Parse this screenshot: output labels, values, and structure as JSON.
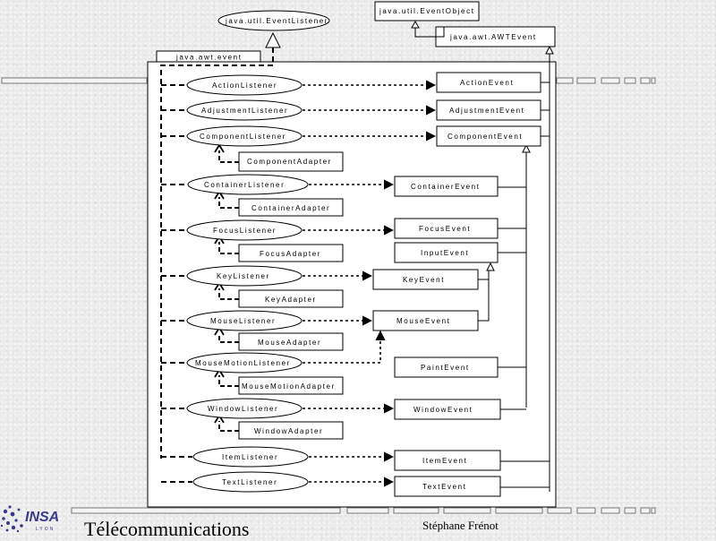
{
  "diagram": {
    "event_listener": "java.util.EventListener",
    "event_object": "java.util.EventObject",
    "awt_event": "java.awt.AWTEvent",
    "package": "java.awt.event",
    "listeners": {
      "action": "ActionListener",
      "adjustment": "AdjustmentListener",
      "component": "ComponentListener",
      "container": "ContainerListener",
      "focus": "FocusListener",
      "key": "KeyListener",
      "mouse": "MouseListener",
      "mouse_motion": "MouseMotionListener",
      "window": "WindowListener",
      "item": "ItemListener",
      "text": "TextListener"
    },
    "adapters": {
      "component": "ComponentAdapter",
      "container": "ContainerAdapter",
      "focus": "FocusAdapter",
      "key": "KeyAdapter",
      "mouse": "MouseAdapter",
      "mouse_motion": "MouseMotionAdapter",
      "window": "WindowAdapter"
    },
    "events": {
      "action": "ActionEvent",
      "adjustment": "AdjustmentEvent",
      "component": "ComponentEvent",
      "container": "ContainerEvent",
      "focus": "FocusEvent",
      "input": "InputEvent",
      "key": "KeyEvent",
      "mouse": "MouseEvent",
      "paint": "PaintEvent",
      "window": "WindowEvent",
      "item": "ItemEvent",
      "text": "TextEvent"
    }
  },
  "footer": {
    "left": "Télécommunications",
    "right": "Stéphane Frénot",
    "logo_text": "INSA",
    "logo_sub": "LYON"
  }
}
